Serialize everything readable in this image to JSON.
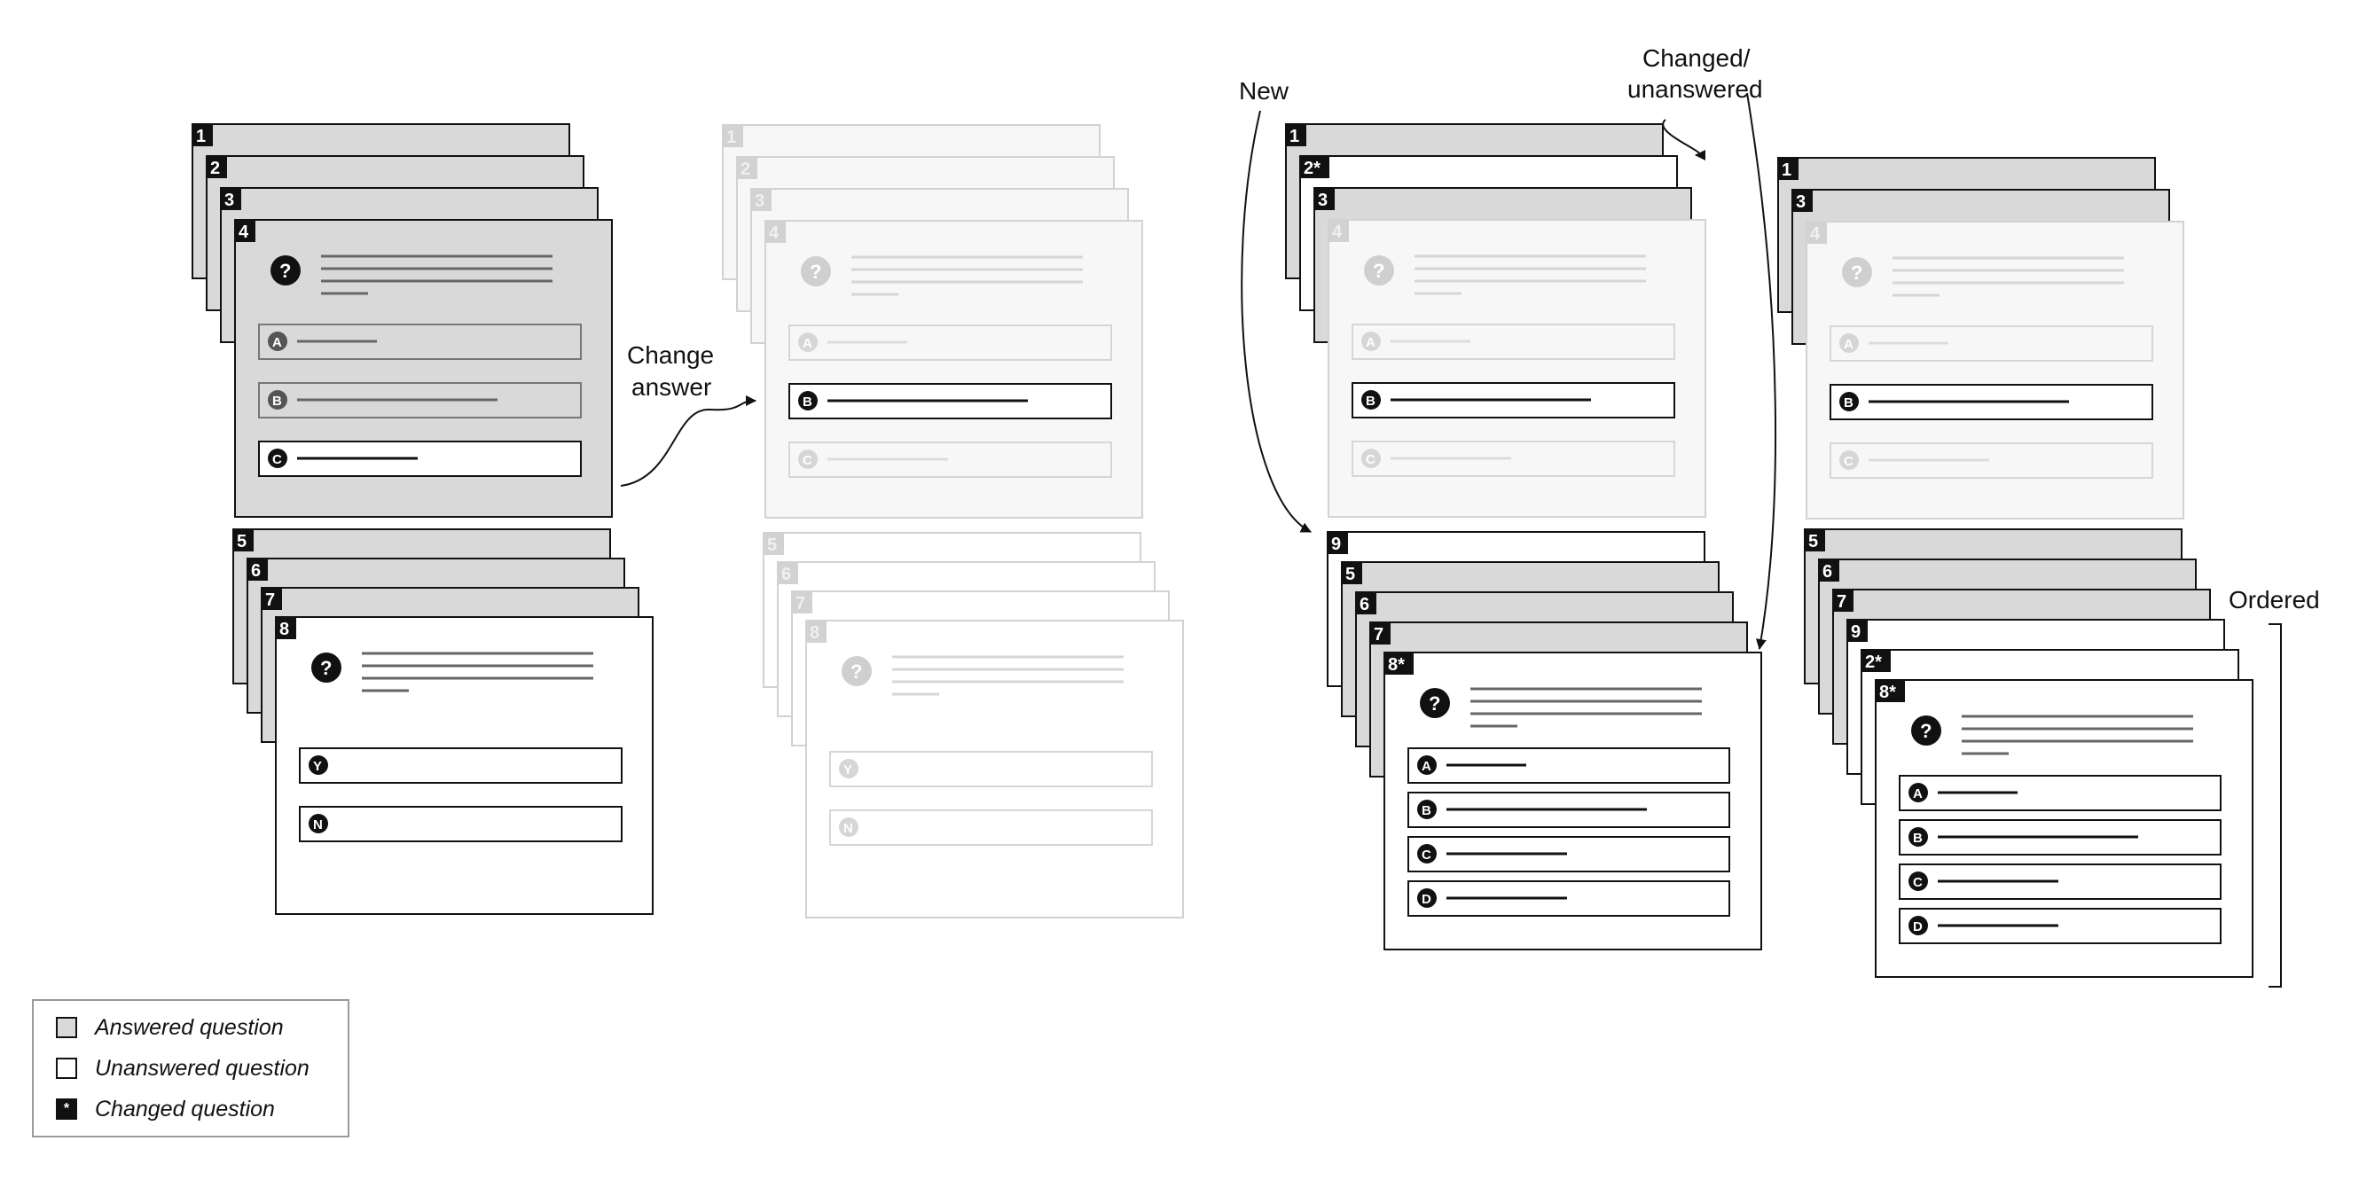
{
  "annotations": {
    "change_answer": [
      "Change",
      "answer"
    ],
    "new": "New",
    "changed_unanswered": [
      "Changed/",
      "unanswered"
    ],
    "ordered": "Ordered"
  },
  "legend": {
    "answered": "Answered question",
    "unanswered": "Unanswered question",
    "changed": "Changed question",
    "changed_marker": "*"
  },
  "colors": {
    "answered_fill": "#d9d9d9",
    "unanswered_fill": "#ffffff",
    "ink": "#111111",
    "faded": "#d2d2d2"
  },
  "icons": {
    "question": "?",
    "question_icon": "question-circle-icon",
    "option_icon": "option-letter-circle-icon"
  },
  "stacks": [
    {
      "id": "initial-top",
      "cards": [
        {
          "label": "1",
          "state": "answered"
        },
        {
          "label": "2",
          "state": "answered"
        },
        {
          "label": "3",
          "state": "answered"
        },
        {
          "label": "4",
          "state": "answered",
          "options": [
            "A",
            "B",
            "C"
          ],
          "selected": "C"
        }
      ]
    },
    {
      "id": "initial-bottom",
      "cards": [
        {
          "label": "5",
          "state": "answered"
        },
        {
          "label": "6",
          "state": "answered"
        },
        {
          "label": "7",
          "state": "answered"
        },
        {
          "label": "8",
          "state": "unanswered",
          "options": [
            "Y",
            "N"
          ]
        }
      ]
    },
    {
      "id": "change-top",
      "faded": true,
      "cards": [
        {
          "label": "1"
        },
        {
          "label": "2"
        },
        {
          "label": "3"
        },
        {
          "label": "4",
          "options": [
            "A",
            "B",
            "C"
          ],
          "selected": "B"
        }
      ]
    },
    {
      "id": "change-bottom",
      "faded": true,
      "cards": [
        {
          "label": "5"
        },
        {
          "label": "6"
        },
        {
          "label": "7"
        },
        {
          "label": "8",
          "options": [
            "Y",
            "N"
          ]
        }
      ]
    },
    {
      "id": "update-top",
      "cards": [
        {
          "label": "1",
          "state": "answered"
        },
        {
          "label": "2*",
          "state": "unanswered"
        },
        {
          "label": "3",
          "state": "answered"
        },
        {
          "label": "4",
          "state": "answered",
          "faded": true,
          "options": [
            "A",
            "B",
            "C"
          ],
          "selected": "B"
        }
      ]
    },
    {
      "id": "update-bottom",
      "cards": [
        {
          "label": "9",
          "state": "unanswered"
        },
        {
          "label": "5",
          "state": "answered"
        },
        {
          "label": "6",
          "state": "answered"
        },
        {
          "label": "7",
          "state": "answered"
        },
        {
          "label": "8*",
          "state": "unanswered",
          "options": [
            "A",
            "B",
            "C",
            "D"
          ]
        }
      ]
    },
    {
      "id": "ordered-top",
      "cards": [
        {
          "label": "1",
          "state": "answered"
        },
        {
          "label": "3",
          "state": "answered"
        },
        {
          "label": "4",
          "state": "answered",
          "faded": true,
          "options": [
            "A",
            "B",
            "C"
          ],
          "selected": "B"
        }
      ]
    },
    {
      "id": "ordered-bottom",
      "cards": [
        {
          "label": "5",
          "state": "answered"
        },
        {
          "label": "6",
          "state": "answered"
        },
        {
          "label": "7",
          "state": "answered"
        },
        {
          "label": "9",
          "state": "unanswered"
        },
        {
          "label": "2*",
          "state": "unanswered"
        },
        {
          "label": "8*",
          "state": "unanswered",
          "options": [
            "A",
            "B",
            "C",
            "D"
          ]
        }
      ]
    }
  ]
}
